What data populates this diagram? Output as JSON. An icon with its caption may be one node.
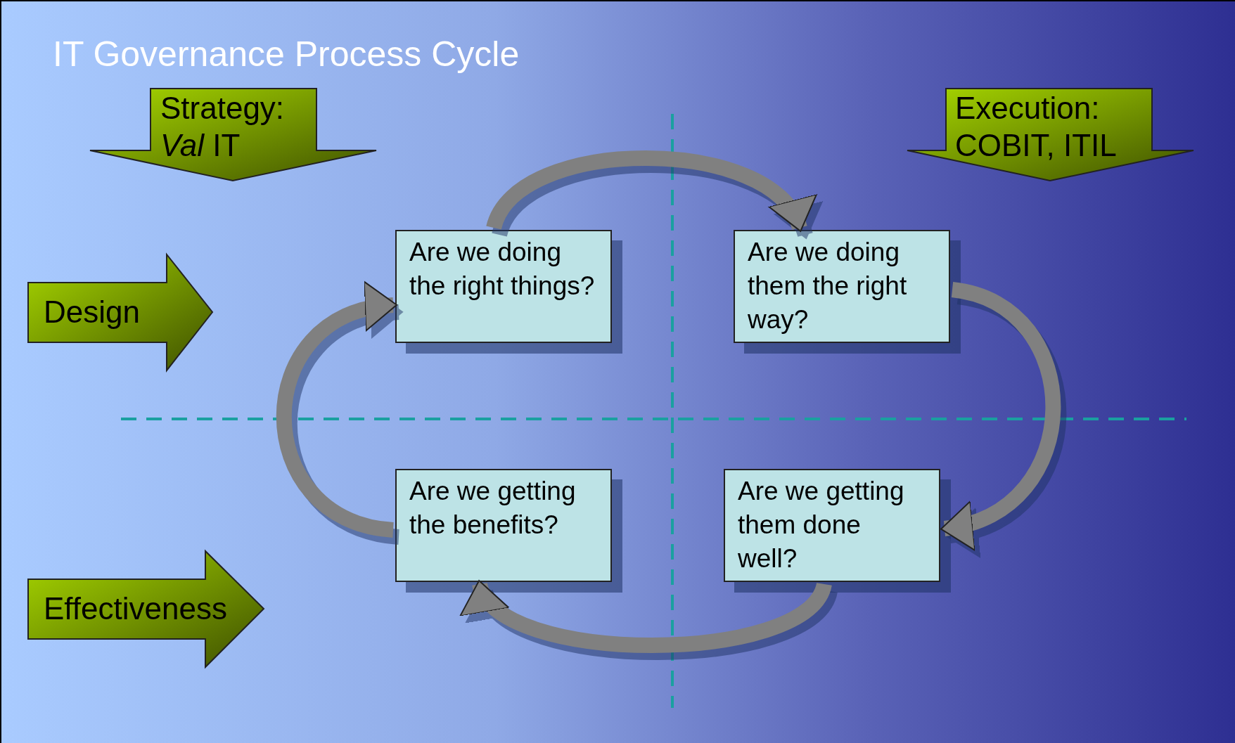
{
  "diagram": {
    "title": "IT Governance Process Cycle",
    "nodes": [
      {
        "text": [
          "Strategy: *Val* IT"
        ]
      },
      {
        "text": [
          "Execution: COBIT, ITIL"
        ]
      },
      {
        "text": [
          "Design"
        ]
      },
      {
        "text": [
          "Effectiveness"
        ]
      },
      {
        "text": [
          "Are we doing the right things?"
        ]
      },
      {
        "text": [
          "Are we doing them the right way?"
        ]
      },
      {
        "text": [
          "Are we getting the benefits?"
        ]
      },
      {
        "text": [
          "Are we getting them done well?"
        ]
      }
    ],
    "edges": [
      {
        "from": 4,
        "to": 5,
        "arrow": "to"
      },
      {
        "from": 5,
        "to": 7,
        "arrow": "to"
      },
      {
        "from": 7,
        "to": 6,
        "arrow": "to"
      },
      {
        "from": 6,
        "to": 4,
        "arrow": "to"
      }
    ]
  }
}
